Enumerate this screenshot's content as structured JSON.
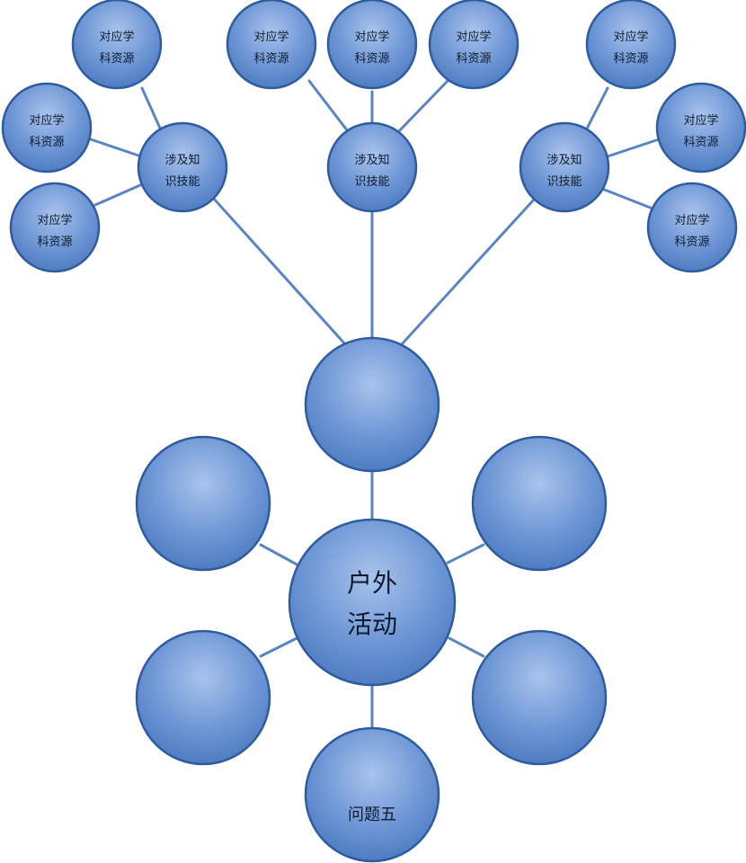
{
  "center": {
    "line1": "户外",
    "line2": "活动"
  },
  "skill_label": {
    "line1": "涉及知",
    "line2": "识技能"
  },
  "resource_label": {
    "line1": "对应学",
    "line2": "科资源"
  },
  "question_label": "问题五",
  "colors": {
    "bubble_light": "#9bb8e6",
    "bubble_dark": "#4f7cc2",
    "bubble_stroke": "#2f5c9e",
    "edge": "#5b84c4"
  }
}
